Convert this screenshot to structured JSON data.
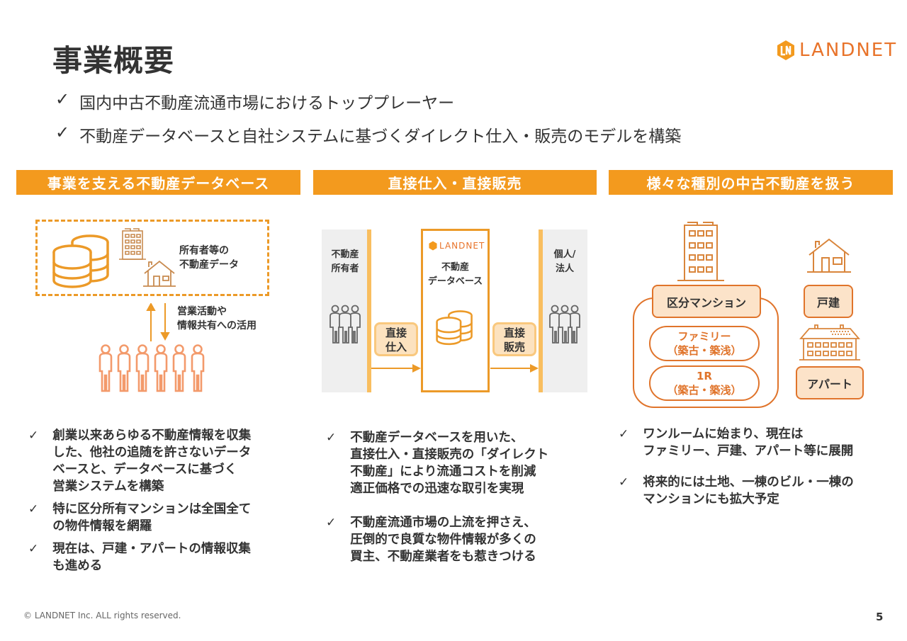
{
  "title": "事業概要",
  "logo_text": "LANDNET",
  "highlights": [
    "国内中古不動産流通市場におけるトッププレーヤー",
    "不動産データベースと自社システムに基づくダイレクト仕入・販売のモデルを構築"
  ],
  "check_glyph": "✓",
  "sections": [
    {
      "header": "事業を支える不動産データベース",
      "diagram": {
        "data_label": [
          "所有者等の",
          "不動産データ"
        ],
        "arrow_label": [
          "営業活動や",
          "情報共有への活用"
        ]
      },
      "bullets": [
        [
          "創業以来あらゆる不動産情報を収集",
          "した、他社の追随を許さないデータ",
          "ベースと、データベースに基づく",
          "営業システムを構築"
        ],
        [
          "特に区分所有マンションは全国全て",
          "の物件情報を網羅"
        ],
        [
          "現在は、戸建・アパートの情報収集",
          "も進める"
        ]
      ]
    },
    {
      "header": "直接仕入・直接販売",
      "diagram": {
        "left_label": [
          "不動産",
          "所有者"
        ],
        "right_label": [
          "個人/",
          "法人"
        ],
        "center_logo": "LANDNET",
        "center_label": [
          "不動産",
          "データベース"
        ],
        "buy_badge": [
          "直接",
          "仕入"
        ],
        "sell_badge": [
          "直接",
          "販売"
        ]
      },
      "bullets": [
        [
          "不動産データベースを用いた、",
          "直接仕入・直接販売の「ダイレクト",
          "不動産」により流通コストを削減",
          "適正価格での迅速な取引を実現"
        ],
        [
          "不動産流通市場の上流を押さえ、",
          "圧倒的で良質な物件情報が多くの",
          "買主、不動産業者をも惹きつける"
        ]
      ]
    },
    {
      "header": "様々な種別の中古不動産を扱う",
      "diagram": {
        "mansion": "区分マンション",
        "family": [
          "ファミリー",
          "（築古・築浅）"
        ],
        "one_room": [
          "1R",
          "（築古・築浅）"
        ],
        "house": "戸建",
        "apartment": "アパート"
      },
      "bullets": [
        [
          "ワンルームに始まり、現在は",
          "ファミリー、戸建、アパート等に展開"
        ],
        [
          "将来的には土地、一棟のビル・一棟の",
          "マンションにも拡大予定"
        ]
      ]
    }
  ],
  "footer": "© LANDNET Inc. ALL rights reserved.",
  "page_number": "5",
  "colors": {
    "accent": "#F39A1E",
    "deep_orange": "#E0742B",
    "light_orange": "#FCE3C9",
    "people": "#F39A6B"
  }
}
